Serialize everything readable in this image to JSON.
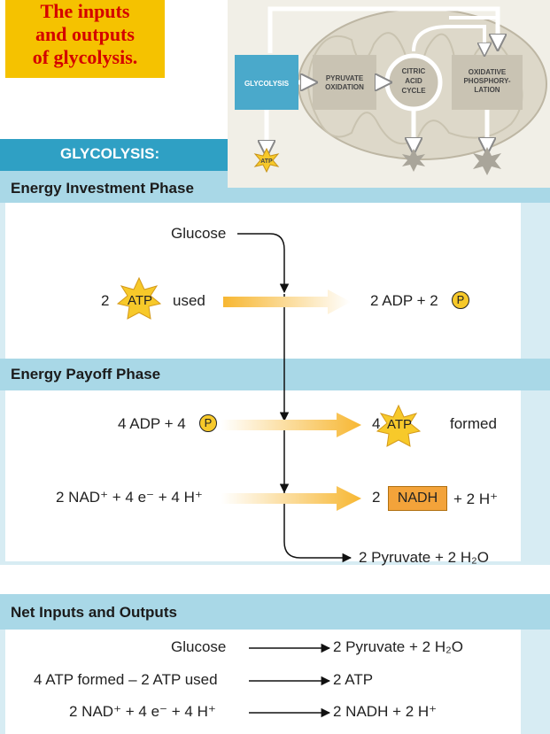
{
  "title": {
    "line1": "The inputs",
    "line2": "and outputs",
    "line3": "of glycolysis."
  },
  "inset": {
    "glycolysis": "GLYCOLYSIS",
    "pyruvate_oxidation_1": "PYRUVATE",
    "pyruvate_oxidation_2": "OXIDATION",
    "citric_1": "CITRIC",
    "citric_2": "ACID",
    "citric_3": "CYCLE",
    "oxphos_1": "OXIDATIVE",
    "oxphos_2": "PHOSPHORY-",
    "oxphos_3": "LATION",
    "atp": "ATP"
  },
  "main": {
    "header": "GLYCOLYSIS:",
    "investment": {
      "title": "Energy Investment Phase",
      "glucose": "Glucose",
      "atp_count": "2",
      "atp": "ATP",
      "used": "used",
      "product": "2 ADP + 2",
      "p": "P"
    },
    "payoff": {
      "title": "Energy Payoff Phase",
      "input1": "4 ADP + 4",
      "p": "P",
      "atp_count": "4",
      "atp": "ATP",
      "formed": "formed",
      "input2": "2 NAD⁺ + 4 e⁻ + 4 H⁺",
      "nadh_count": "2",
      "nadh": "NADH",
      "nadh_rest": "+ 2 H⁺",
      "pyruvate": "2 Pyruvate + 2 H₂O"
    }
  },
  "net": {
    "title": "Net Inputs and Outputs",
    "rows": [
      {
        "left": "Glucose",
        "right": "2 Pyruvate + 2 H₂O"
      },
      {
        "left": "4 ATP formed – 2 ATP used",
        "right": "2 ATP"
      },
      {
        "left": "2 NAD⁺ + 4 e⁻ + 4 H⁺",
        "right": "2 NADH + 2 H⁺"
      }
    ]
  },
  "colors": {
    "title_bg": "#f5c200",
    "title_text": "#d40000",
    "panel": "#d7ecf3",
    "header_dark": "#2fa0c4",
    "header_light": "#a9d8e7",
    "atp_star": "#f7c92a",
    "nadh_box": "#f3a33a",
    "glycolysis_box": "#4aa9cb",
    "stage_box": "#c9c3b3"
  }
}
